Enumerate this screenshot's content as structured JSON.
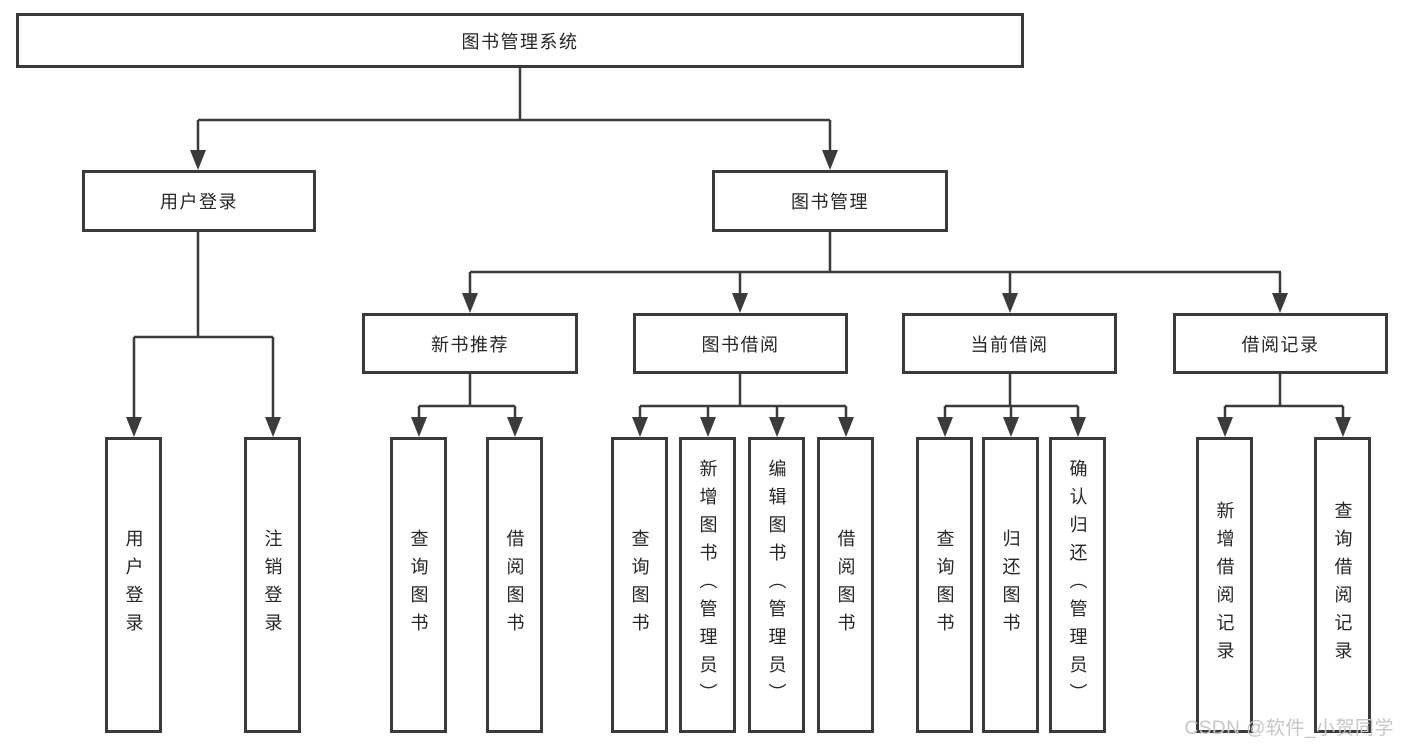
{
  "tree": {
    "root": {
      "label": "图书管理系统",
      "children": [
        {
          "label": "用户登录",
          "children": [
            {
              "label": "用户登录"
            },
            {
              "label": "注销登录"
            }
          ]
        },
        {
          "label": "图书管理",
          "children": [
            {
              "label": "新书推荐",
              "children": [
                {
                  "label": "查询图书"
                },
                {
                  "label": "借阅图书"
                }
              ]
            },
            {
              "label": "图书借阅",
              "children": [
                {
                  "label": "查询图书"
                },
                {
                  "label": "新增图书（管理员）"
                },
                {
                  "label": "编辑图书（管理员）"
                },
                {
                  "label": "借阅图书"
                }
              ]
            },
            {
              "label": "当前借阅",
              "children": [
                {
                  "label": "查询图书"
                },
                {
                  "label": "归还图书"
                },
                {
                  "label": "确认归还（管理员）"
                }
              ]
            },
            {
              "label": "借阅记录",
              "children": [
                {
                  "label": "新增借阅记录"
                },
                {
                  "label": "查询借阅记录"
                }
              ]
            }
          ]
        }
      ]
    }
  },
  "watermark": "CSDN @软件_小贺同学",
  "colors": {
    "line": "#3b3b3b",
    "border": "#3a3a3a",
    "text": "#262626",
    "background": "#ffffff",
    "watermark": "#c6c6c6"
  }
}
